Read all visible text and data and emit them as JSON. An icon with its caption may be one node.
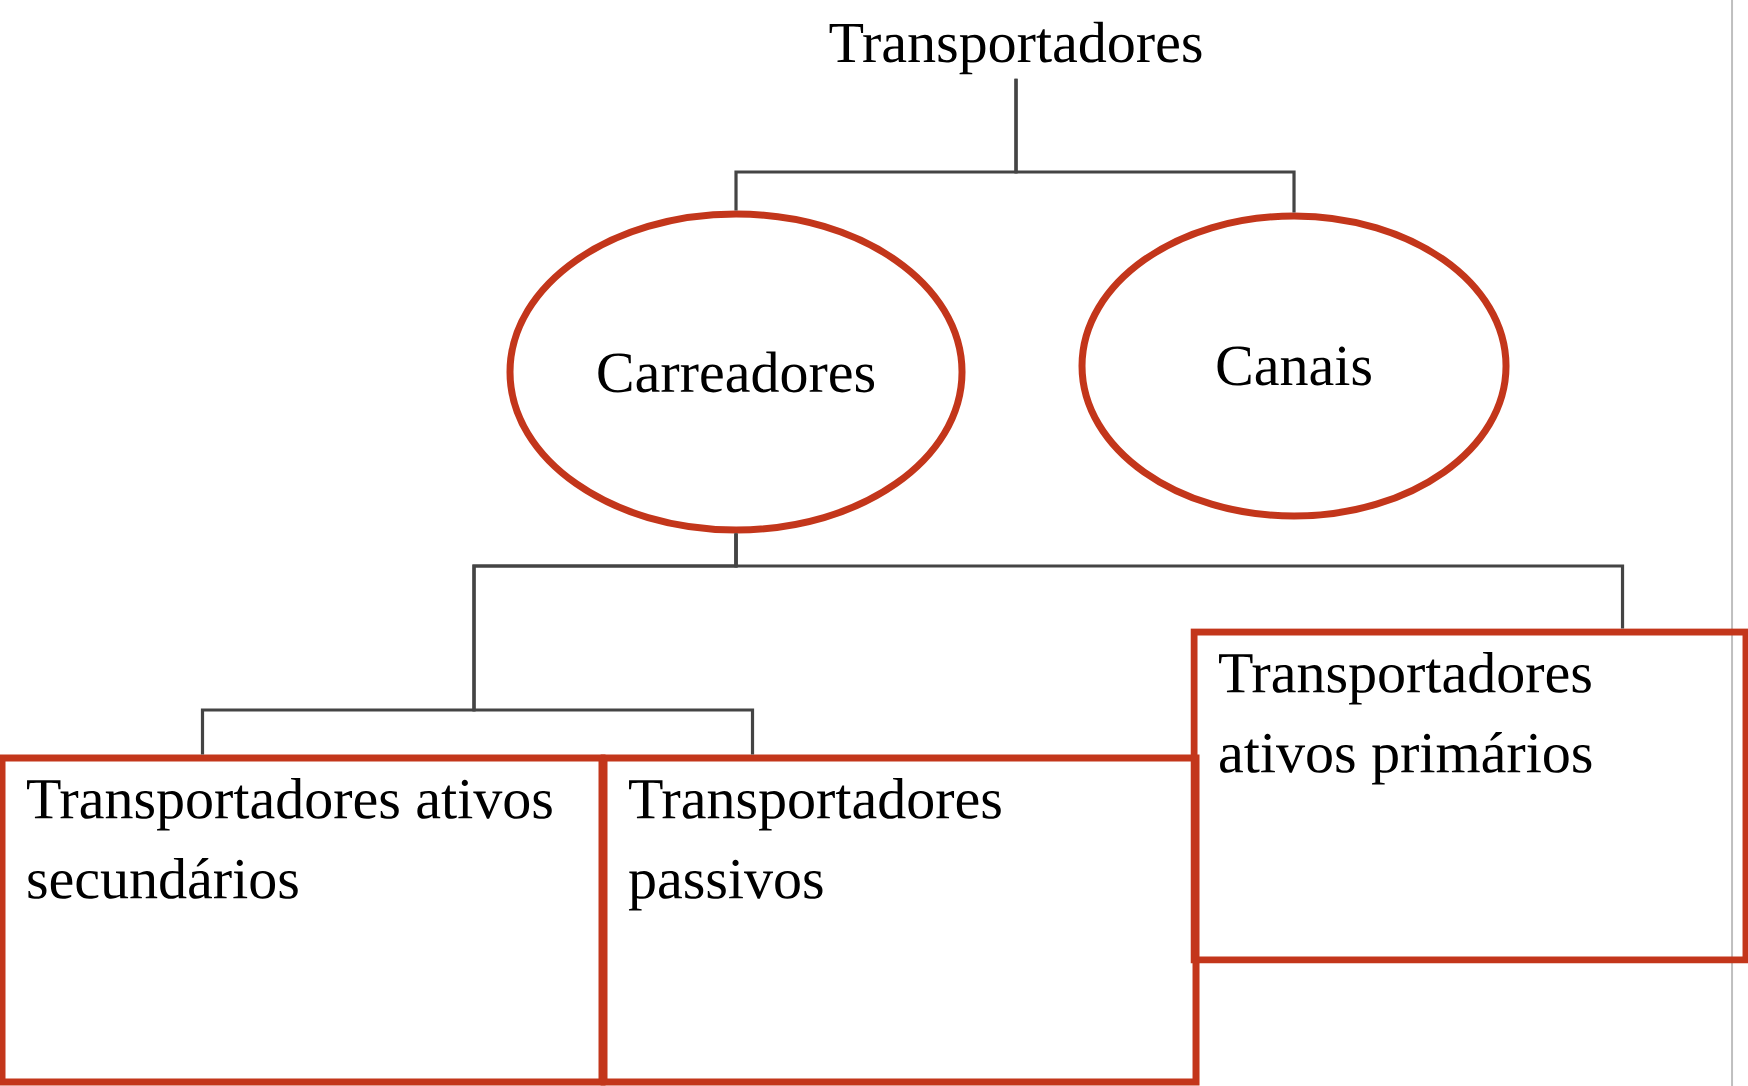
{
  "diagram": {
    "nodes": [
      {
        "text": [
          "Transportadores"
        ]
      },
      {
        "text": [
          "Carreadores"
        ]
      },
      {
        "text": [
          "Canais"
        ]
      },
      {
        "text": [
          "Transportadores ativos secundários"
        ]
      },
      {
        "text": [
          "Transportadores passivos"
        ]
      },
      {
        "text": [
          "Transportadores ativos primários"
        ]
      }
    ],
    "edges": [
      {
        "from": 0,
        "to": 1,
        "arrow": "none"
      },
      {
        "from": 0,
        "to": 2,
        "arrow": "none"
      },
      {
        "from": 1,
        "to": 3,
        "arrow": "none"
      },
      {
        "from": 1,
        "to": 4,
        "arrow": "none"
      },
      {
        "from": 1,
        "to": 5,
        "arrow": "none"
      }
    ]
  }
}
